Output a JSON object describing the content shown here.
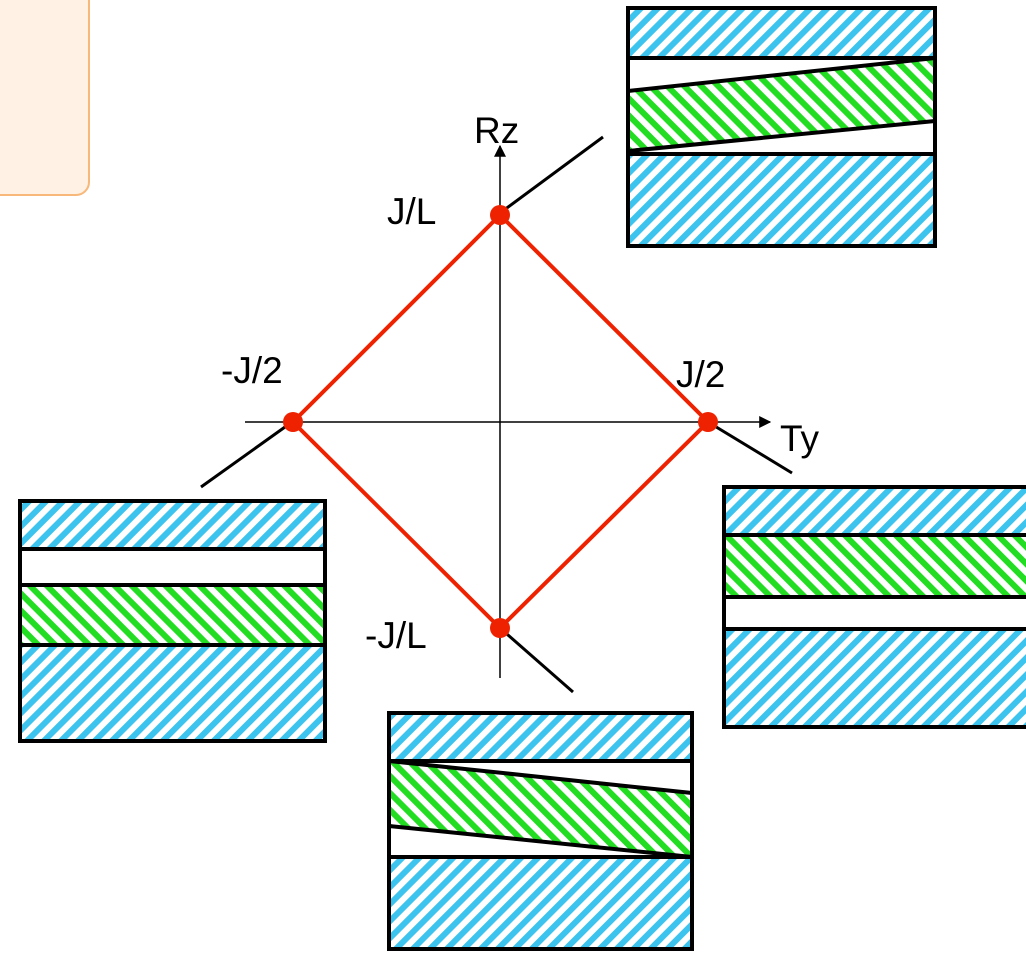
{
  "axes": {
    "x_label": "Ty",
    "y_label": "Rz"
  },
  "points": {
    "top": "J/L",
    "right": "J/2",
    "bottom": "-J/L",
    "left": "-J/2"
  },
  "colors": {
    "diamond": "#ee2200",
    "vertex": "#ee2200",
    "hatch_blue": "#3cc4ee",
    "hatch_green": "#22dd22",
    "note_fill": "#fff1e3",
    "note_border": "#f7b879"
  },
  "icons": {
    "hatch_blue": "diagonal-hatch-right",
    "hatch_green": "diagonal-hatch-left"
  }
}
